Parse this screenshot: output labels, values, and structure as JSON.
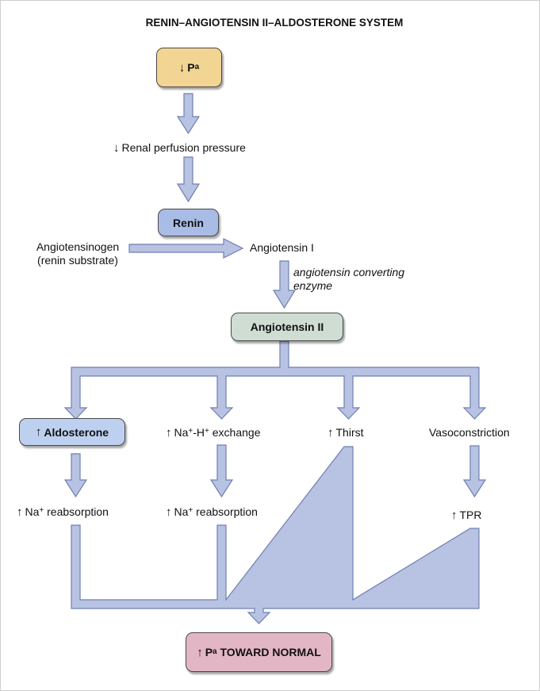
{
  "title": "RENIN–ANGIOTENSIN II–ALDOSTERONE SYSTEM",
  "colors": {
    "arrow_fill": "#b8c2e3",
    "arrow_stroke": "#6f7fb0",
    "pa_box": "#f2d493",
    "renin_box": "#a9bce6",
    "angiotensin_ii_box": "#cfddd3",
    "aldosterone_box": "#bdd0ef",
    "result_box": "#e3b6c6"
  },
  "nodes": {
    "pa": {
      "arrow": "↓",
      "symbol": "P",
      "sub": "a"
    },
    "renal": {
      "arrow": "↓",
      "label": "Renal perfusion pressure"
    },
    "renin": {
      "label": "Renin"
    },
    "angiotensinogen": {
      "line1": "Angiotensinogen",
      "line2": "(renin substrate)"
    },
    "angiotensin_i": {
      "label": "Angiotensin I"
    },
    "ace": {
      "line1": "angiotensin converting",
      "line2": "enzyme"
    },
    "angiotensin_ii": {
      "label": "Angiotensin II"
    },
    "aldosterone": {
      "arrow": "↑",
      "label": "Aldosterone"
    },
    "nah_exchange": {
      "arrow": "↑",
      "na": "Na",
      "plus1": "+",
      "dash": "-H",
      "plus2": "+",
      "rest": " exchange"
    },
    "thirst": {
      "arrow": "↑",
      "label": "Thirst"
    },
    "vasoconstriction": {
      "label": "Vasoconstriction"
    },
    "na_reabs_left": {
      "arrow": "↑",
      "na": "Na",
      "plus": "+",
      "rest": " reabsorption"
    },
    "na_reabs_mid": {
      "arrow": "↑",
      "na": "Na",
      "plus": "+",
      "rest": " reabsorption"
    },
    "tpr": {
      "arrow": "↑",
      "label": "TPR"
    },
    "result": {
      "arrow": "↑",
      "symbol": "P",
      "sub": "a",
      "rest": " TOWARD NORMAL"
    }
  }
}
